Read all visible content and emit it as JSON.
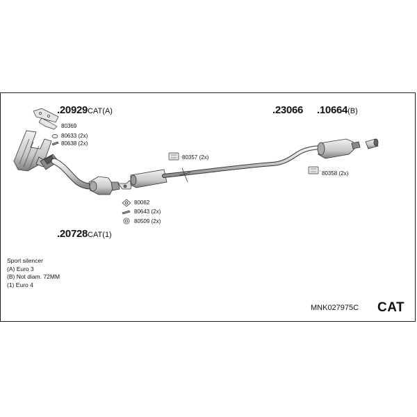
{
  "parts": {
    "p20929": {
      "number": ".20929",
      "suffix": "CAT(A)"
    },
    "p23066": {
      "number": ".23066"
    },
    "p10664": {
      "number": ".10664",
      "suffix": "(B)"
    },
    "p20728": {
      "number": ".20728",
      "suffix": "CAT(1)"
    }
  },
  "small_parts": {
    "p80369": "80369",
    "p80633": "80633 (2x)",
    "p80638": "80638 (2x)",
    "p80357": "80357 (2x)",
    "p80358": "80358 (2x)",
    "p80062": "80062",
    "p80643": "80643 (2x)",
    "p80509": "80509 (2x)"
  },
  "notes": [
    "Sport silencer",
    "(A) Euro 3",
    "(B) Not diam. 72MM",
    "(1) Euro 4"
  ],
  "kit_code": "MNK027975C",
  "category": "CAT",
  "colors": {
    "part_fill": "#e4e4e4",
    "outline": "#333333"
  }
}
